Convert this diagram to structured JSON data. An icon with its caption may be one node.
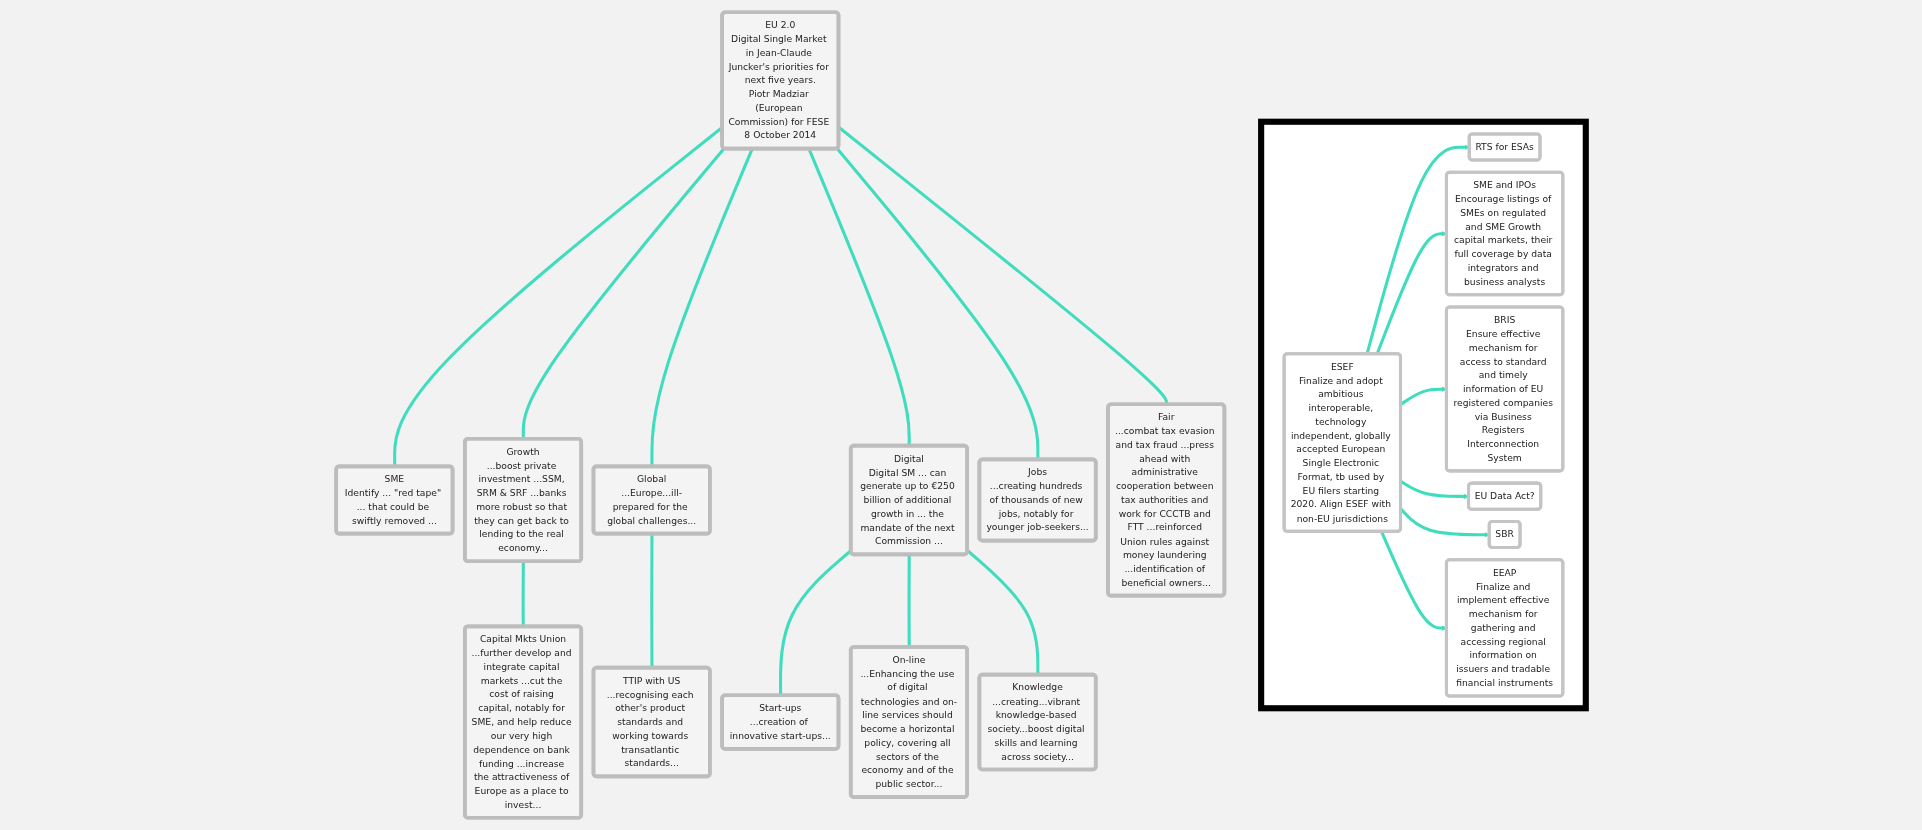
{
  "diagram": {
    "nodes": [
      {
        "text": [
          "SME",
          "Identify ... \"red tape\" ... that could be swiftly removed ..."
        ]
      },
      {
        "text": [
          "Growth",
          "...boost private investment ...SSM, SRM & SRF ...banks more robust so that they can get back to lending to the real economy..."
        ]
      },
      {
        "text": [
          "Capital Mkts Union",
          "...further develop and integrate capital markets ...cut the cost of raising capital, notably for SME, and help reduce our very high dependence on bank funding ...increase the attractiveness of Europe as a place to invest..."
        ]
      },
      {
        "text": [
          "TTIP with US",
          "...recognising each other's product standards and working towards transatlantic standards..."
        ]
      },
      {
        "text": [
          "Start-ups",
          "...creation of innovative start-ups..."
        ]
      },
      {
        "text": [
          "Global",
          "...Europe...ill-prepared for the global challenges..."
        ]
      },
      {
        "text": [
          "EU 2.0",
          "Digital Single Market in Jean-Claude Juncker's priorities for next five years.",
          "Piotr Madziar (European Commission) for FESE 8 October 2014"
        ]
      },
      {
        "text": [
          "Digital",
          "Digital SM ... can generate up to €250 billion of additional growth in ... the mandate of the next Commission ..."
        ]
      },
      {
        "text": [
          "On-line",
          "...Enhancing the use of digital technologies and on-line services should become a horizontal policy, covering all sectors of the economy and of the public sector..."
        ]
      },
      {
        "text": [
          "Knowledge",
          "...creating...vibrant knowledge-based society...boost digital skills and learning across society..."
        ]
      },
      {
        "text": [
          "Jobs",
          "...creating hundreds of thousands of new jobs, notably for younger job-seekers..."
        ]
      },
      {
        "text": [
          "Fair",
          "...combat tax evasion and tax fraud ...press ahead with administrative cooperation between tax authorities and work for CCCTB and FTT ...reinforced Union rules against money laundering ...identification of beneficial owners..."
        ]
      },
      {
        "text": [],
        "shape": "cloud"
      },
      {
        "text": [
          "RTS for ESAs"
        ],
        "in": 12
      },
      {
        "text": [
          "SME and IPOs",
          "Encourage listings of SMEs on regulated and SME Growth capital markets, their full coverage by data integrators and business analysts"
        ],
        "in": 12
      },
      {
        "text": [
          "ESEF",
          "Finalize and adopt ambitious interoperable, technology independent, globally accepted European Single Electronic Format, tb used by EU filers starting 2020. Align ESEF with non-EU jurisdictions"
        ],
        "in": 12
      },
      {
        "text": [
          "BRIS",
          "Ensure effective mechanism for access to standard and timely information of EU registered companies via Business Registers Interconnection System"
        ],
        "in": 12
      },
      {
        "text": [
          "EU Data Act?"
        ],
        "in": 12
      },
      {
        "text": [
          "SBR"
        ],
        "in": 12
      },
      {
        "text": [
          "EEAP",
          "Finalize and implement effective mechanism for gathering and accessing regional information on issuers and tradable financial instruments"
        ],
        "in": 12
      }
    ],
    "edges": [
      {
        "from": 6,
        "to": 0,
        "arrow": "none"
      },
      {
        "from": 6,
        "to": 1,
        "arrow": "none"
      },
      {
        "from": 1,
        "to": 2,
        "arrow": "none"
      },
      {
        "from": 5,
        "to": 3,
        "arrow": "none"
      },
      {
        "from": 6,
        "to": 5,
        "arrow": "none"
      },
      {
        "from": 6,
        "to": 7,
        "arrow": "none"
      },
      {
        "from": 7,
        "to": 4,
        "arrow": "none"
      },
      {
        "from": 7,
        "to": 8,
        "arrow": "none"
      },
      {
        "from": 7,
        "to": 9,
        "arrow": "none"
      },
      {
        "from": 6,
        "to": 10,
        "arrow": "none"
      },
      {
        "from": 6,
        "to": 11,
        "arrow": "none"
      },
      {
        "from": 15,
        "to": 13,
        "arrow": "to"
      },
      {
        "from": 15,
        "to": 14,
        "arrow": "to"
      },
      {
        "from": 15,
        "to": 16,
        "arrow": "to"
      },
      {
        "from": 15,
        "to": 17,
        "arrow": "to"
      },
      {
        "from": 15,
        "to": 18,
        "arrow": "to"
      },
      {
        "from": 15,
        "to": 19,
        "arrow": "to"
      }
    ]
  }
}
